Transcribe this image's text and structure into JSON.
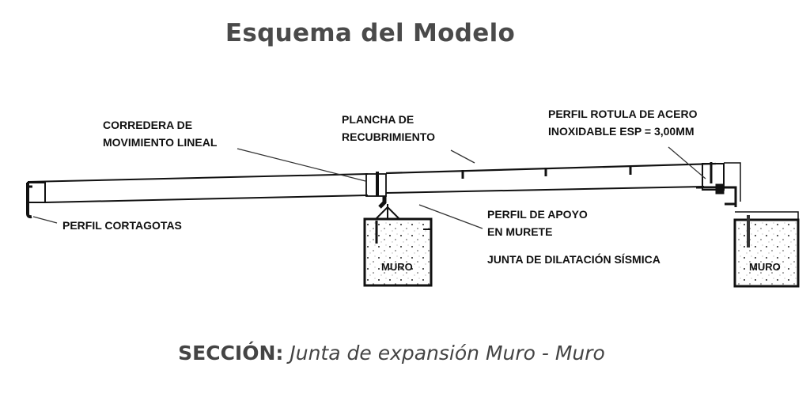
{
  "title": "Esquema del Modelo",
  "labels": {
    "corredera_1": "CORREDERA DE",
    "corredera_2": "MOVIMIENTO LINEAL",
    "plancha_1": "PLANCHA DE",
    "plancha_2": "RECUBRIMIENTO",
    "rotula_1": "PERFIL ROTULA DE ACERO",
    "rotula_2": "INOXIDABLE ESP = 3,00MM",
    "cortagotas": "PERFIL CORTAGOTAS",
    "apoyo_1": "PERFIL DE APOYO",
    "apoyo_2": "EN MURETE",
    "junta": "JUNTA DE DILATACIÓN SÍSMICA",
    "muro_left": "MURO",
    "muro_right": "MURO"
  },
  "caption": {
    "bold": "SECCIÓN:",
    "italic": "Junta de expansión Muro - Muro"
  }
}
